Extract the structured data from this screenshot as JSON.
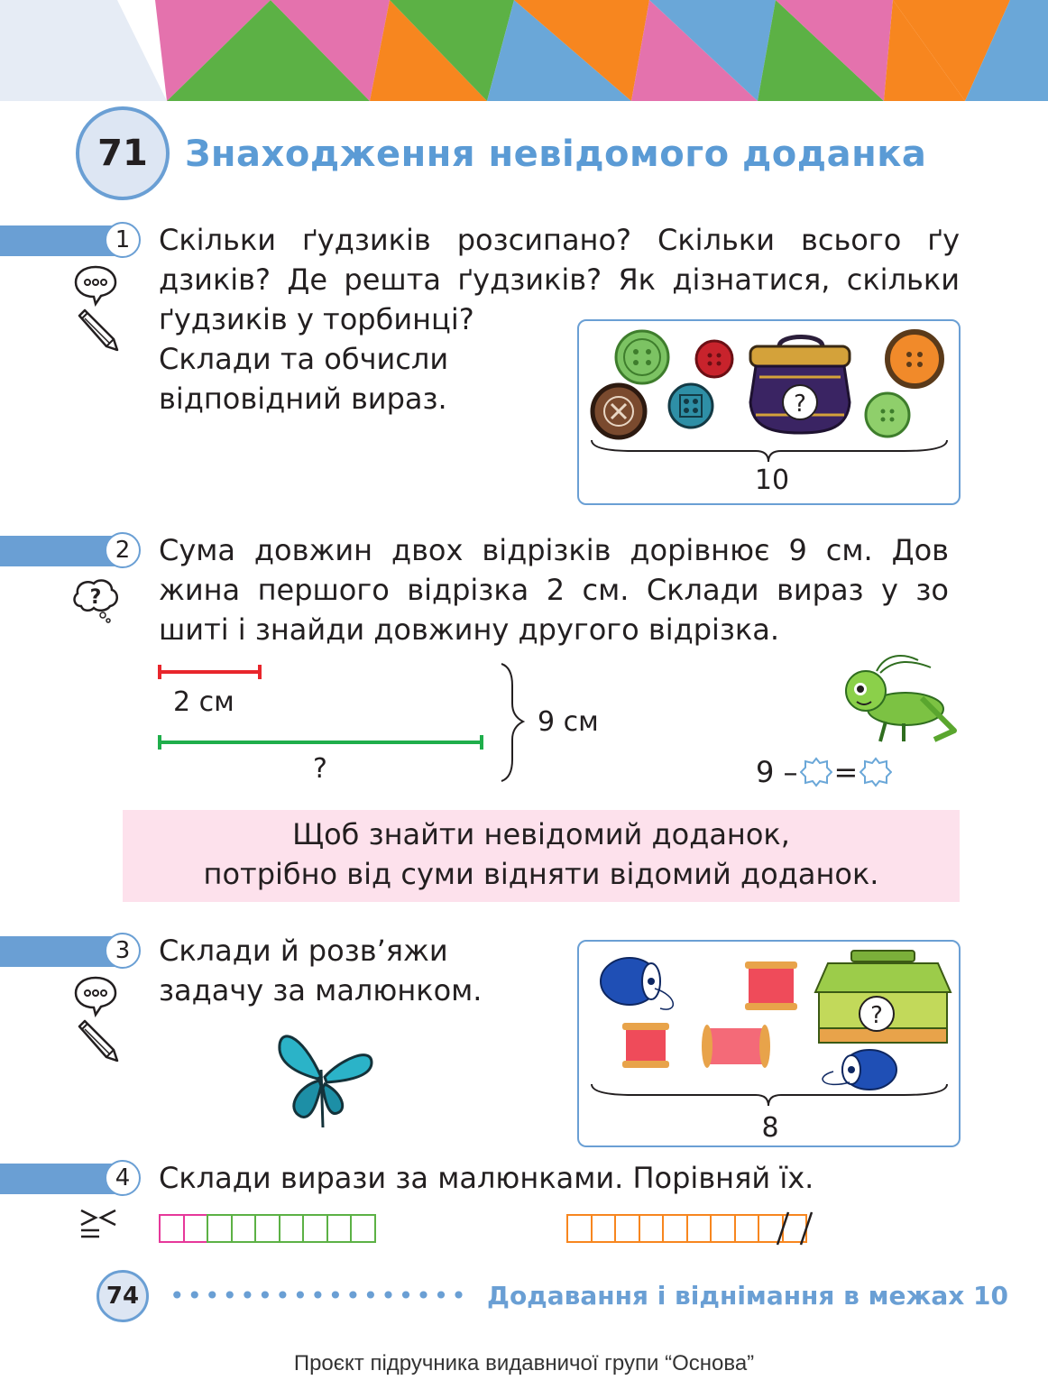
{
  "colors": {
    "accent_blue": "#6a9fd4",
    "title_blue": "#5b9bd5",
    "rule_pink": "#fde1ec",
    "segment_red": "#e8262c",
    "segment_green": "#1fae4b"
  },
  "lesson": {
    "number": "71",
    "title": "Знаходження невідомого доданка"
  },
  "task1": {
    "number": "1",
    "icons": [
      "speech-bubble-icon",
      "pencil-icon"
    ],
    "line1": "Скільки ґудзиків розсипано? Скільки всього ґу",
    "line2": "дзиків? Де решта ґудзиків? Як дізнатися, скільки",
    "line3": "ґудзиків у торбинці?",
    "line4": "Склади та обчисли",
    "line5": "відповідний вираз.",
    "picture_question": "?",
    "picture_total": "10"
  },
  "task2": {
    "number": "2",
    "icons": [
      "question-thought-icon"
    ],
    "line1": "Сума довжин двох відрізків дорівнює 9 см. Дов",
    "line2": "жина першого відрізка 2 см. Склади вираз у зо",
    "line3": "шиті і знайди довжину другого відрізка.",
    "segment1_label": "2 см",
    "segment2_label": "?",
    "total_label": "9 см",
    "equation_start": "9 –",
    "equation_equals": "="
  },
  "rule": {
    "line1": "Щоб знайти невідомий доданок,",
    "line2": "потрібно від суми відняти відомий доданок."
  },
  "task3": {
    "number": "3",
    "icons": [
      "speech-bubble-icon",
      "pencil-icon"
    ],
    "line1": "Склади й розв’яжи",
    "line2": "задачу за малюнком.",
    "picture_question": "?",
    "picture_total": "8"
  },
  "task4": {
    "number": "4",
    "icons": [
      "compare-signs-icon"
    ],
    "text": "Склади вирази за малюнками. Порівняй їх.",
    "left_strip": {
      "pink_cells": 2,
      "green_cells": 7
    },
    "right_strip": {
      "orange_cells": 10,
      "crossed_cells": 2
    }
  },
  "footer": {
    "page_number": "74",
    "dots": "•••••••••••••••••",
    "topic": "Додавання і віднімання в межах 10",
    "credit": "Проєкт підручника видавничої групи “Основа”"
  }
}
